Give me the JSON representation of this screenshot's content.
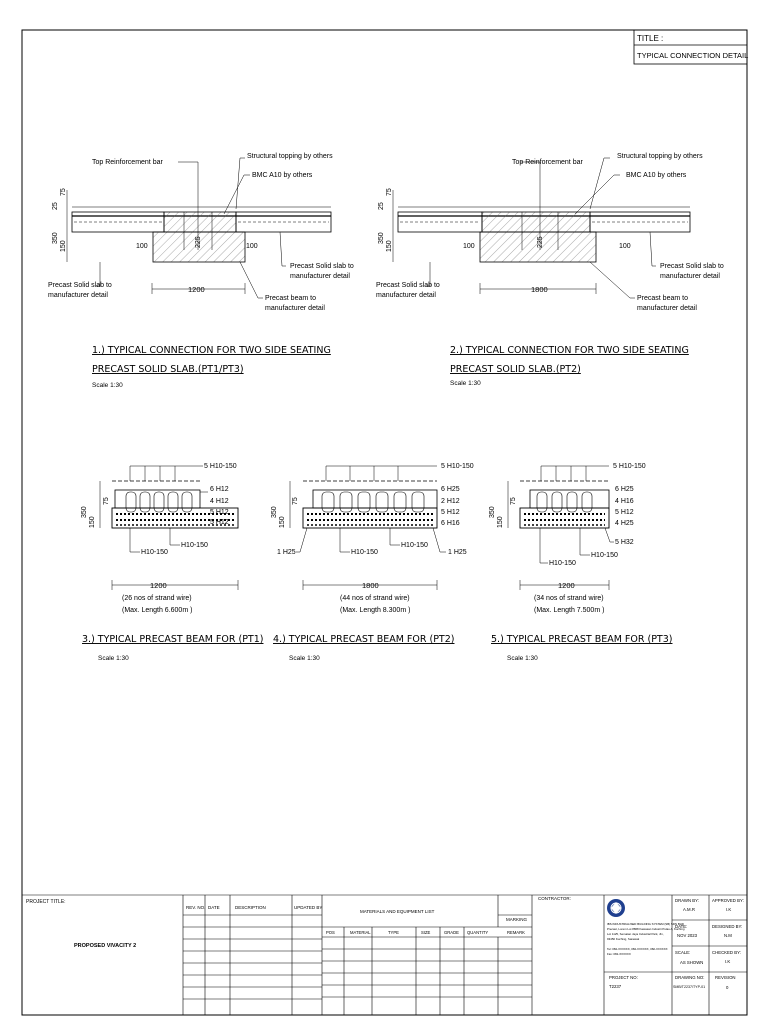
{
  "title_box": {
    "label": "TITLE :",
    "value": "TYPICAL CONNECTION DETAIL"
  },
  "connection_labels": {
    "top_bar": "Top Reinforcement bar",
    "topping": "Structural topping by others",
    "bmc": "BMC A10 by others",
    "slab_left_1": "Precast Solid slab to",
    "slab_left_2": "manufacturer detail",
    "slab_right_1": "Precast Solid slab to",
    "slab_right_2": "manufacturer detail",
    "beam_1": "Precast beam to",
    "beam_2": "manufacturer detail",
    "d25": "25",
    "d75": "75",
    "d350": "350",
    "d150": "150",
    "d225": "225",
    "d100": "100"
  },
  "details": [
    {
      "title_1": "1.) TYPICAL CONNECTION FOR TWO SIDE SEATING",
      "title_2": "PRECAST SOLID SLAB.(PT1/PT3)",
      "scale": "Scale 1:30",
      "width": "1200"
    },
    {
      "title_1": "2.) TYPICAL CONNECTION FOR TWO SIDE SEATING",
      "title_2": "PRECAST SOLID SLAB.(PT2)",
      "scale": "Scale 1:30",
      "width": "1800"
    }
  ],
  "beams": [
    {
      "title": "3.) TYPICAL PRECAST BEAM FOR (PT1)",
      "scale": "Scale 1:30",
      "width": "1200",
      "strand": "(26 nos of strand wire)",
      "max_length": "(Max. Length 6.600m )",
      "top": "5 H10-150",
      "right_labels": [
        "6 H12",
        "4 H12",
        "5 H12",
        "5 H12"
      ],
      "link_a": "H10-150",
      "link_b": "H10-150",
      "left_label": ""
    },
    {
      "title": "4.) TYPICAL PRECAST BEAM FOR (PT2)",
      "scale": "Scale 1:30",
      "width": "1800",
      "strand": "(44 nos of strand wire)",
      "max_length": "(Max. Length 8.300m )",
      "top": "5 H10-150",
      "right_labels": [
        "6 H25",
        "2 H12",
        "5 H12",
        "6 H16"
      ],
      "link_a": "H10-150",
      "link_b": "H10-150",
      "left_label": "1 H25",
      "right_extra": "1 H25"
    },
    {
      "title": "5.) TYPICAL PRECAST BEAM FOR (PT3)",
      "scale": "Scale 1:30",
      "width": "1200",
      "strand": "(34 nos of strand wire)",
      "max_length": "(Max. Length 7.500m )",
      "top": "5 H10-150",
      "right_labels": [
        "6 H25",
        "4 H16",
        "5 H12",
        "4 H25"
      ],
      "link_a": "H10-150",
      "link_b": "H10-150",
      "left_label": "",
      "right_extra": "5 H32"
    }
  ],
  "beam_dims": {
    "d350": "350",
    "d150": "150",
    "d75": "75"
  },
  "title_block": {
    "project_title_label": "PROJECT TITLE:",
    "project_name": "PROPOSED VIVACITY 2",
    "rev_no": "REV. NO.",
    "date": "DATE",
    "description": "DESCRIPTION",
    "updated_by": "UPDATED BY",
    "materials_header": "MATERIALS AND EQUIPMENT LIST",
    "marking": "MARKING",
    "cols": [
      "POS",
      "MATERIAL",
      "TYPE",
      "SIZE",
      "GRADE",
      "QUANTITY",
      "REMARK"
    ],
    "contractor": "CONTRACTOR:",
    "company_lines": [
      "IBS INDUSTRIALISED BUILDING SYSTEM (SB) SDN BHD",
      "Precast, Lorem Lot 8868 Kawasan Industri Pulau A, Kuching",
      "Lot 1125, Sematan Jaya Industrial Park, Jln,",
      "93450 Kuching, Sarawak",
      "",
      "Tel: 082-XXXXXX, 082-XXXXXX, 082-XXXXXX",
      "Fax: 082-XXXXXX"
    ],
    "drawn_by_label": "DRAWN BY:",
    "drawn_by": "A.M.R",
    "approved_by_label": "APPROVED BY:",
    "approved_by": "I.K",
    "date_label": "DATE:",
    "date_value": "NOV 2023",
    "designed_by_label": "DESIGNED BY:",
    "designed_by": "N.M",
    "scale_label": "SCALE:",
    "scale_value": "AS SHOWN",
    "checked_by_label": "CHECKED BY:",
    "checked_by": "I.K",
    "project_no_label": "PROJECT NO:",
    "project_no": "T2237",
    "drawing_no_label": "DRAWING NO:",
    "drawing_no": "SMB/T2237/TYP-01",
    "revision_label": "REVISION",
    "revision": "0"
  }
}
